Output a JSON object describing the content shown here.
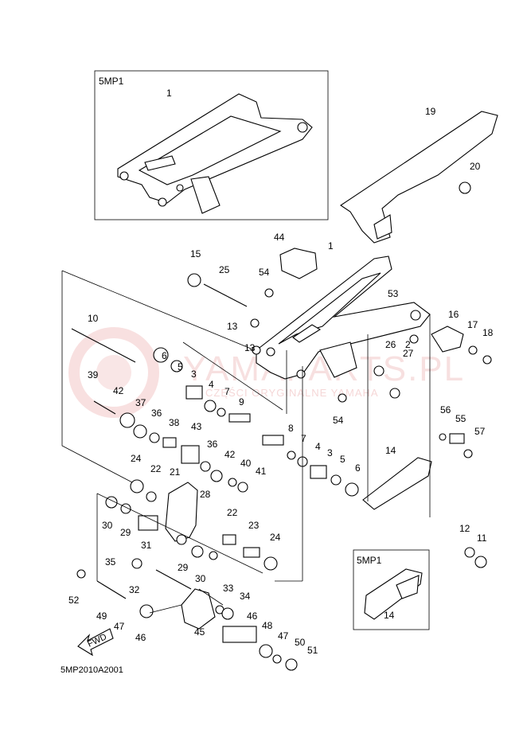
{
  "diagram": {
    "code": "5MP2010A2001",
    "fwd_label": "FWD",
    "watermark": {
      "main": "YAMAPARTS.PL",
      "sub": "CZĘŚCI ORYGINALNE YAMAHA"
    },
    "insets": [
      {
        "id": "top",
        "title": "5MP1"
      },
      {
        "id": "bottom",
        "title": "5MP1"
      }
    ],
    "labels": [
      "1",
      "1",
      "2",
      "3",
      "3",
      "4",
      "4",
      "5",
      "5",
      "6",
      "6",
      "7",
      "7",
      "8",
      "9",
      "10",
      "11",
      "12",
      "13",
      "13",
      "14",
      "14",
      "15",
      "16",
      "17",
      "18",
      "19",
      "20",
      "21",
      "22",
      "22",
      "23",
      "24",
      "24",
      "25",
      "26",
      "27",
      "28",
      "29",
      "29",
      "30",
      "30",
      "31",
      "32",
      "33",
      "34",
      "35",
      "36",
      "36",
      "37",
      "38",
      "39",
      "40",
      "41",
      "42",
      "42",
      "43",
      "44",
      "45",
      "46",
      "46",
      "47",
      "47",
      "48",
      "49",
      "50",
      "51",
      "52",
      "53",
      "54",
      "54",
      "55",
      "56",
      "57"
    ]
  }
}
